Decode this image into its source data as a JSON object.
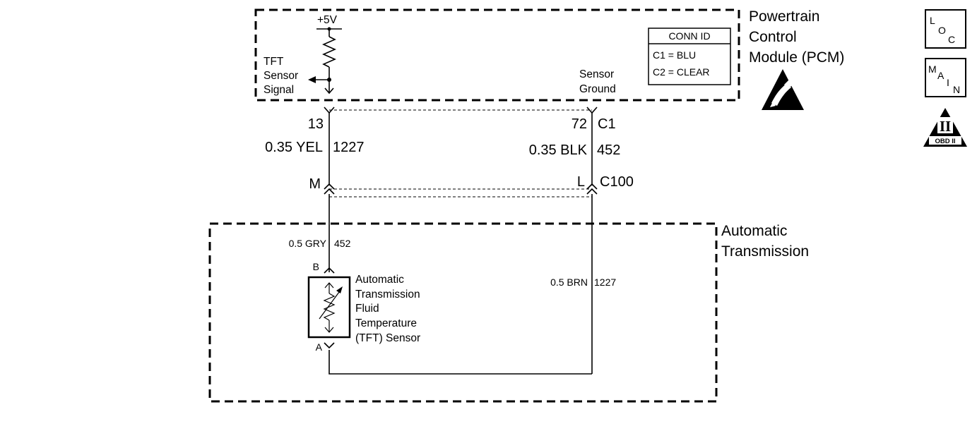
{
  "pcm": {
    "title_lines": [
      "Powertrain",
      "Control",
      "Module (PCM)"
    ],
    "supply_label": "+5V",
    "signal_label_lines": [
      "TFT",
      "Sensor",
      "Signal"
    ],
    "ground_label_lines": [
      "Sensor",
      "Ground"
    ]
  },
  "conn_id": {
    "header": "CONN ID",
    "row1": "C1 = BLU",
    "row2": "C2 = CLEAR"
  },
  "connector_c1": {
    "left_pin": "13",
    "right_pin": "72",
    "name": "C1"
  },
  "upper_wires": {
    "left_size_color": "0.35 YEL",
    "left_circuit": "1227",
    "right_size_color": "0.35 BLK",
    "right_circuit": "452"
  },
  "connector_c100": {
    "left_pin": "M",
    "right_pin": "L",
    "name": "C100"
  },
  "transmission": {
    "title_lines": [
      "Automatic",
      "Transmission"
    ],
    "left_wire_size_color": "0.5 GRY",
    "left_wire_circuit": "452",
    "right_wire_size_color": "0.5 BRN",
    "right_wire_circuit": "1227",
    "sensor_pin_top": "B",
    "sensor_pin_bottom": "A",
    "sensor_label_lines": [
      "Automatic",
      "Transmission",
      "Fluid",
      "Temperature",
      "(TFT) Sensor"
    ]
  },
  "side_icons": {
    "loc": [
      "L",
      "O",
      "C"
    ],
    "main": [
      "M",
      "A",
      "I",
      "N"
    ],
    "obd_numeral": "II",
    "obd_caption": "OBD II"
  },
  "icons": {
    "esd": "esd-warning-icon",
    "resistor": "pull-up-resistor-icon",
    "thermistor": "thermistor-icon"
  }
}
